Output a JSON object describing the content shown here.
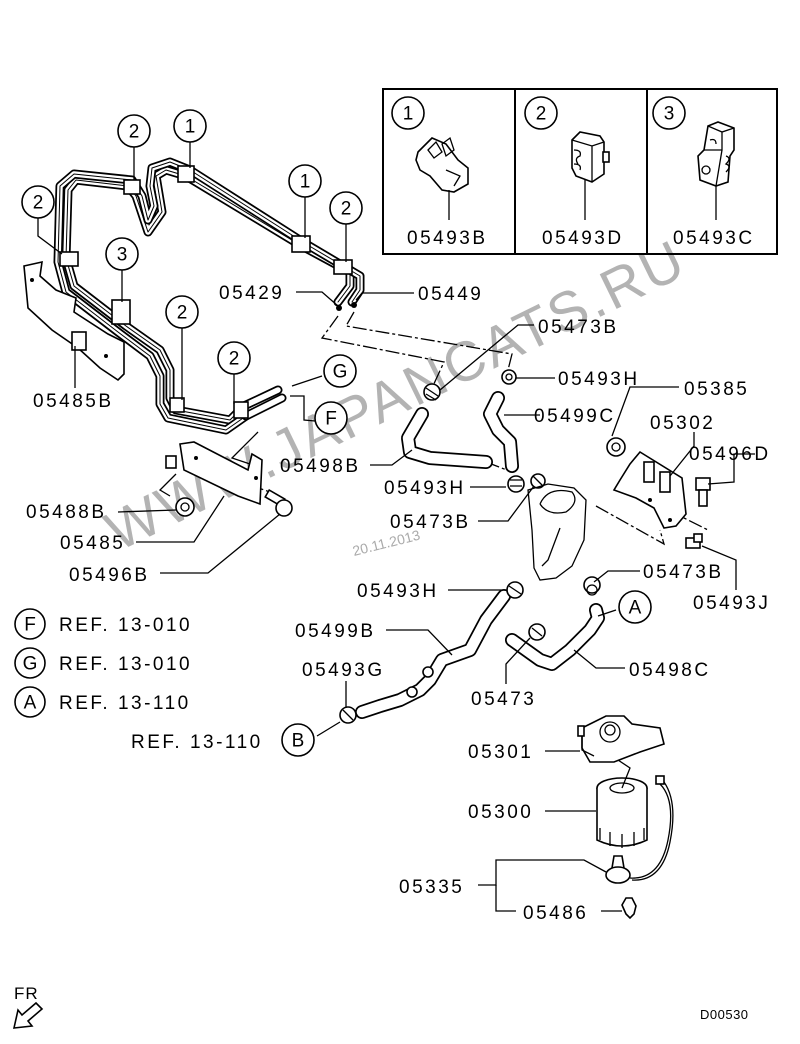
{
  "diagram": {
    "code": "D00530",
    "direction_label": "FR",
    "watermark": "WWW.JAPANCATS.RU",
    "watermark_date": "20.11.2013"
  },
  "legend_box": {
    "cells": [
      {
        "index": "1",
        "part": "05493B"
      },
      {
        "index": "2",
        "part": "05493D"
      },
      {
        "index": "3",
        "part": "05493C"
      }
    ]
  },
  "clip_callouts": [
    "2",
    "1",
    "1",
    "2",
    "2",
    "3",
    "2",
    "2"
  ],
  "references": [
    {
      "letter": "F",
      "text": "REF. 13-010"
    },
    {
      "letter": "G",
      "text": "REF. 13-010"
    },
    {
      "letter": "A",
      "text": "REF. 13-110"
    },
    {
      "letter": "B",
      "text": "REF. 13-110"
    }
  ],
  "connectors": {
    "G": "G",
    "F": "F",
    "A": "A",
    "B": "B"
  },
  "parts": {
    "p05429": "05429",
    "p05449": "05449",
    "p05485B": "05485B",
    "p05473B_top": "05473B",
    "p05493H_top": "05493H",
    "p05385": "05385",
    "p05499C": "05499C",
    "p05302": "05302",
    "p05496D": "05496D",
    "p05498B": "05498B",
    "p05493H_mid": "05493H",
    "p05488B": "05488B",
    "p05473B_mid": "05473B",
    "p05485": "05485",
    "p05496B": "05496B",
    "p05493H_low": "05493H",
    "p05473B_right": "05473B",
    "p05493J": "05493J",
    "p05499B": "05499B",
    "p05498C": "05498C",
    "p05493G": "05493G",
    "p05473": "05473",
    "p05301": "05301",
    "p05300": "05300",
    "p05335": "05335",
    "p05486": "05486"
  }
}
